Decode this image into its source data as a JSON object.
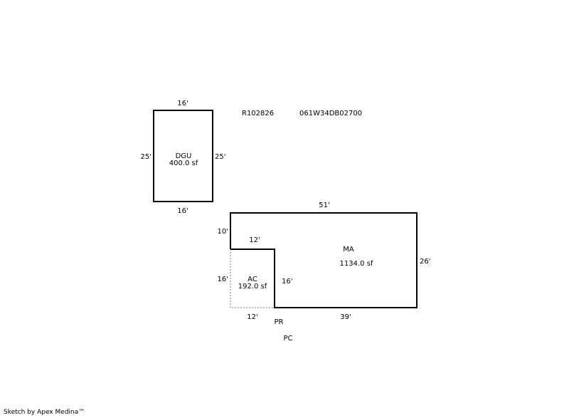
{
  "header": {
    "parcel_id": "R102826",
    "map_number": "061W34DB02700"
  },
  "garage": {
    "code": "DGU",
    "area": "400.0 sf",
    "dim_top": "16'",
    "dim_bottom": "16'",
    "dim_left": "25'",
    "dim_right": "25'"
  },
  "main": {
    "code": "MA",
    "area": "1134.0 sf",
    "dim_top": "51'",
    "dim_right": "26'",
    "dim_left_upper": "10'",
    "dim_notch_top": "12'",
    "dim_notch_side": "16'",
    "dim_bottom": "39'"
  },
  "addition": {
    "code": "AC",
    "area": "192.0 sf",
    "dim_left": "16'",
    "dim_bottom": "12'"
  },
  "extra_labels": {
    "pr": "PR",
    "pc": "PC"
  },
  "footer": {
    "credit": "Sketch by Apex Medina™"
  }
}
